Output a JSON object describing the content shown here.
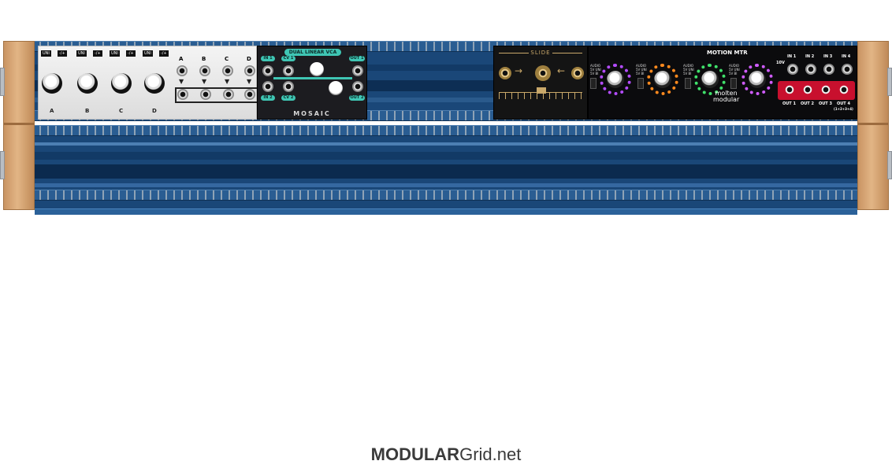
{
  "footer": {
    "brand_bold": "MODULAR",
    "brand_regular": "Grid.net"
  },
  "attenuverter": {
    "switch_left": "UNI",
    "switch_right": "-/+",
    "channels": [
      "A",
      "B",
      "C",
      "D"
    ]
  },
  "vca": {
    "title": "DUAL LINEAR VCA",
    "in1": "IN 1",
    "in2": "IN 2",
    "cv1": "CV 1",
    "cv2": "CV 2",
    "out1": "OUT 1",
    "out2": "OUT 2",
    "brand": "MOSAIC"
  },
  "slide": {
    "title": "SLIDE"
  },
  "motion_mtr": {
    "title": "MOTION MTR",
    "mode_labels": [
      "AUDIO",
      "5V UNI",
      "5V BI"
    ],
    "ring_colors": [
      "#b44cff",
      "#ff8a1e",
      "#3fe06a",
      "#d05cff"
    ],
    "brand_line1": "molten",
    "brand_line2": "modular",
    "offset_label": "10V",
    "inputs": [
      "IN 1",
      "IN 2",
      "IN 3",
      "IN 4"
    ],
    "outputs": [
      "OUT 1",
      "OUT 2",
      "OUT 3",
      "OUT 4"
    ],
    "out4_sub": "(1+2+3+4)"
  },
  "colors": {
    "rack_blue": "#1a4778",
    "rail_blue": "#2a5d92",
    "wood": "#d9a877",
    "vca_accent": "#3fc6b4",
    "slide_gold": "#c9a86a",
    "mtr_red": "#c8102e"
  }
}
